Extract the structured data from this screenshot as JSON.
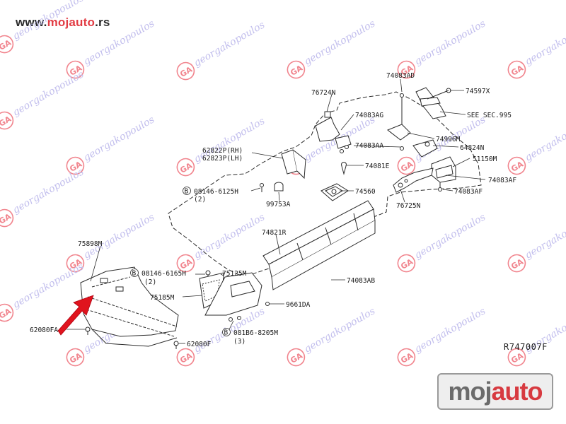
{
  "header": {
    "url_prefix": "www.",
    "url_brand": "mojauto",
    "url_suffix": ".rs"
  },
  "watermark": {
    "text": "georgakopoulos",
    "badge": "GA"
  },
  "diagram": {
    "reference": "R747007F",
    "labels": {
      "p74083AD": "74083AD",
      "p74597X": "74597X",
      "p76724N": "76724N",
      "p74083AG": "74083AG",
      "seeSec": "SEE SEC.995",
      "p74996M": "74996M",
      "p74083AA": "74083AA",
      "p64824N": "64824N",
      "p62822P": "62822P(RH)",
      "p62823P": "62823P(LH)",
      "p51150M": "51150M",
      "p74081E": "74081E",
      "p74083AF_1": "74083AF",
      "p74083AF_2": "74083AF",
      "p08146_6125H": "08146-6125H",
      "qty2_a": "(2)",
      "p74560": "74560",
      "p99753A": "99753A",
      "p76725N": "76725N",
      "p74821R": "74821R",
      "p75898M": "75898M",
      "p08146_6165H": "08146-6165H",
      "qty2_b": "(2)",
      "p75125M": "75125M",
      "p74083AB": "74083AB",
      "p75185M": "75185M",
      "p9661DA": "9661DA",
      "p62080FA": "62080FA",
      "p081B6_8205M": "081B6-8205M",
      "qty3": "(3)",
      "p62080F": "62080F",
      "circB": "B"
    }
  },
  "logo": {
    "part1": "moj",
    "part2": "auto"
  },
  "colors": {
    "line": "#2b2b2b",
    "arrow": "#e0141e",
    "watermark": "#b7b3ea",
    "badge": "#ef6f7a",
    "brand": "#e23b43"
  }
}
